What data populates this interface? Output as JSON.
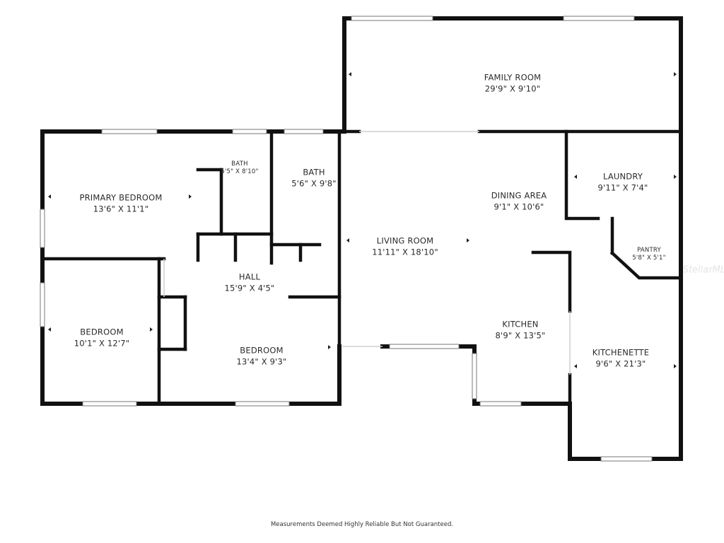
{
  "rooms": {
    "family_room": {
      "name": "FAMILY ROOM",
      "dims": "29'9\" X 9'10\""
    },
    "primary_bedroom": {
      "name": "PRIMARY BEDROOM",
      "dims": "13'6\" X 11'1\""
    },
    "bath_primary": {
      "name": "BATH",
      "dims": "5'5\" X 8'10\""
    },
    "bath_hall": {
      "name": "BATH",
      "dims": "5'6\" X 9'8\""
    },
    "living_room": {
      "name": "LIVING ROOM",
      "dims": "11'11\" X 18'10\""
    },
    "dining_area": {
      "name": "DINING AREA",
      "dims": "9'1\" X 10'6\""
    },
    "laundry": {
      "name": "LAUNDRY",
      "dims": "9'11\" X 7'4\""
    },
    "pantry": {
      "name": "PANTRY",
      "dims": "5'8\" X 5'1\""
    },
    "hall": {
      "name": "HALL",
      "dims": "15'9\" X 4'5\""
    },
    "bedroom_left": {
      "name": "BEDROOM",
      "dims": "10'1\" X 12'7\""
    },
    "bedroom_middle": {
      "name": "BEDROOM",
      "dims": "13'4\" X 9'3\""
    },
    "kitchen": {
      "name": "KITCHEN",
      "dims": "8'9\" X 13'5\""
    },
    "kitchenette": {
      "name": "KITCHENETTE",
      "dims": "9'6\" X 21'3\""
    }
  },
  "footer": "Measurements Deemed Highly Reliable But Not Guaranteed.",
  "watermark": "StellarMLS",
  "colors": {
    "wall": "#111111",
    "window": "#9a9a9a",
    "text": "#2b2b2b"
  }
}
